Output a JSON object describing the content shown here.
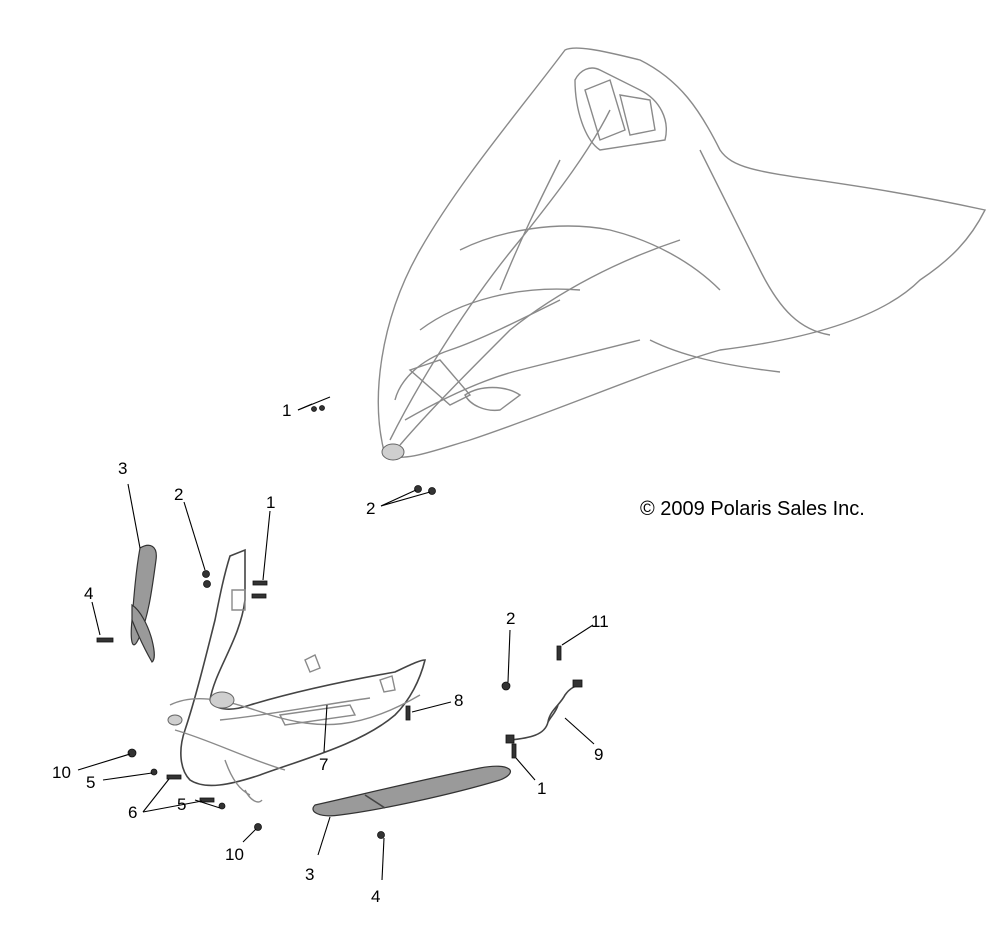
{
  "copyright": "© 2009 Polaris Sales Inc.",
  "callouts": [
    {
      "id": "c1a",
      "text": "1"
    },
    {
      "id": "c2a",
      "text": "2"
    },
    {
      "id": "c3a",
      "text": "3"
    },
    {
      "id": "c2b",
      "text": "2"
    },
    {
      "id": "c1b",
      "text": "1"
    },
    {
      "id": "c4a",
      "text": "4"
    },
    {
      "id": "c2c",
      "text": "2"
    },
    {
      "id": "c11",
      "text": "11"
    },
    {
      "id": "c8",
      "text": "8"
    },
    {
      "id": "c10a",
      "text": "10"
    },
    {
      "id": "c7",
      "text": "7"
    },
    {
      "id": "c9",
      "text": "9"
    },
    {
      "id": "c5a",
      "text": "5"
    },
    {
      "id": "c6",
      "text": "6"
    },
    {
      "id": "c1c",
      "text": "1"
    },
    {
      "id": "c5b",
      "text": "5"
    },
    {
      "id": "c10b",
      "text": "10"
    },
    {
      "id": "c3b",
      "text": "3"
    },
    {
      "id": "c4b",
      "text": "4"
    }
  ]
}
